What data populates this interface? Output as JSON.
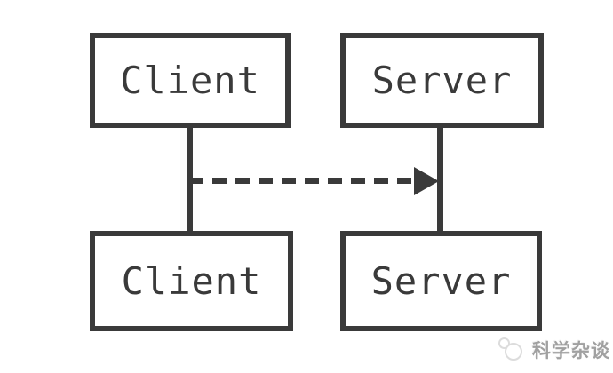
{
  "theme": {
    "background": "#ffffff",
    "stroke": "#3a3a3a",
    "watermark_text_color": "#a0a0a0",
    "watermark_icon_color": "#dcdcdc"
  },
  "diagram": {
    "boxes": [
      {
        "id": "client-top",
        "label": "Client"
      },
      {
        "id": "server-top",
        "label": "Server"
      },
      {
        "id": "client-bottom",
        "label": "Client"
      },
      {
        "id": "server-bottom",
        "label": "Server"
      }
    ],
    "connectors": {
      "left_line": "client-top to client-bottom",
      "right_line": "server-top to server-bottom",
      "arrow": {
        "style": "dashed",
        "from": "client-line",
        "to": "server-line",
        "direction": "left-to-right"
      }
    }
  },
  "watermark": {
    "icon": "chat-bubbles-icon",
    "text": "科学杂谈"
  }
}
